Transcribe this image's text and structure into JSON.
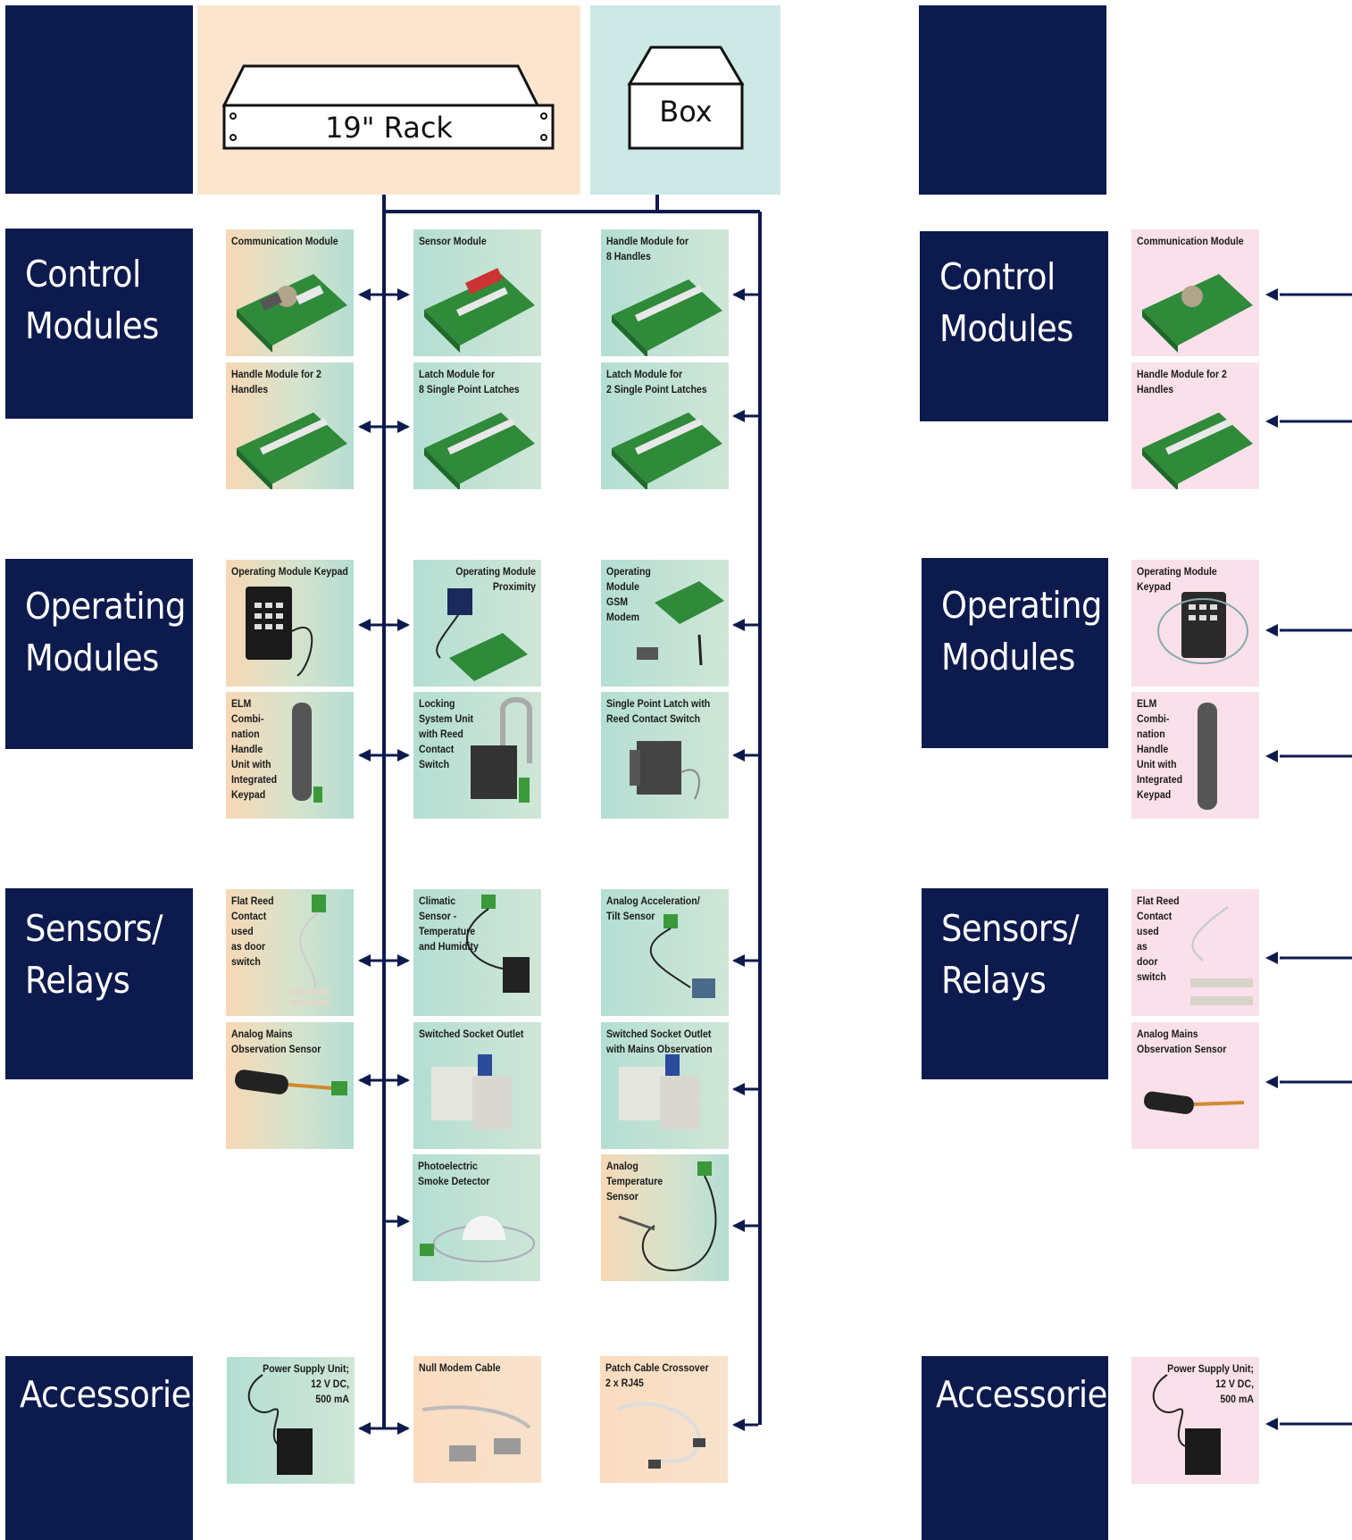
{
  "left_panel": {
    "header": {
      "rack_label": "19\" Rack",
      "box_label": "Box"
    },
    "categories": {
      "control": "Control\nModules",
      "operating": "Operating\nModules",
      "sensors": "Sensors/\nRelays",
      "accessories": "Accessories"
    },
    "cards": {
      "comm": "Communication Module",
      "sensor": "Sensor Module",
      "handle8": "Handle Module for\n8 Handles",
      "handle2": "Handle Module for 2\nHandles",
      "latch8": "Latch Module for\n8 Single Point Latches",
      "latch2": "Latch Module for\n2 Single Point Latches",
      "keypad": "Operating Module Keypad",
      "proximity": "Operating Module\nProximity",
      "gsm": "Operating\nModule\nGSM\nModem",
      "elm": "ELM\nCombi-\nnation\nHandle\nUnit with\nIntegrated\nKeypad",
      "locking": "Locking\nSystem Unit\nwith Reed\nContact\nSwitch",
      "spl_reed": "Single Point Latch with\nReed Contact Switch",
      "flat_reed": "Flat Reed\nContact\nused\nas door\nswitch",
      "climatic": "Climatic\nSensor -\nTemperature\nand Humidity",
      "accel": "Analog Acceleration/\nTilt Sensor",
      "mains": "Analog Mains\nObservation Sensor",
      "socket": "Switched Socket Outlet",
      "socket_mains": "Switched Socket Outlet\nwith Mains Observation",
      "smoke": "Photoelectric\nSmoke Detector",
      "temp": "Analog\nTemperature\nSensor",
      "psu": "Power Supply Unit;\n12 V DC,\n500 mA",
      "nullmodem": "Null Modem Cable",
      "patch": "Patch Cable Crossover\n2 x RJ45"
    }
  },
  "right_panel": {
    "categories": {
      "control": "Control\nModules",
      "operating": "Operating\nModules",
      "sensors": "Sensors/\nRelays",
      "accessories": "Accessories"
    },
    "cards": {
      "comm": "Communication Module",
      "handle2": "Handle Module for 2\nHandles",
      "keypad": "Operating Module\nKeypad",
      "elm": "ELM\nCombi-\nnation\nHandle\nUnit with\nIntegrated\nKeypad",
      "flat_reed": "Flat Reed\nContact\nused\nas\ndoor\nswitch",
      "mains": "Analog Mains\nObservation Sensor",
      "psu": "Power Supply Unit;\n12 V DC,\n500 mA"
    }
  },
  "colors": {
    "navy": "#0d1a4e",
    "rack_bg": "#fce5cf",
    "box_bg": "#cde9e6",
    "wire": "#0d1a4e"
  },
  "icons": [
    "rack-icon",
    "box-icon",
    "module-board-icon",
    "keypad-icon",
    "sensor-icon",
    "cable-icon",
    "plug-icon"
  ]
}
